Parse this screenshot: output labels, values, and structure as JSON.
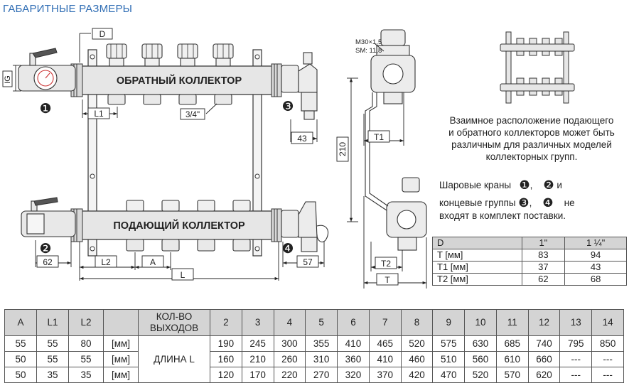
{
  "title": "ГАБАРИТНЫЕ РАЗМЕРЫ",
  "labels": {
    "return_collector": "ОБРАТНЫЙ КОЛЛЕКТОР",
    "supply_collector": "ПОДАЮЩИЙ КОЛЛЕКТОР",
    "D": "D",
    "IG": "IG",
    "L1": "L1",
    "L2": "L2",
    "A": "A",
    "L": "L",
    "three_quarter": "3/4\"",
    "dim_43": "43",
    "dim_62": "62",
    "dim_57": "57",
    "dim_210": "210",
    "T1": "T1",
    "T2": "T2",
    "T": "T",
    "thread_1": "M30×1,5",
    "thread_2": "SM: 11,8",
    "marker_1": "❶",
    "marker_2": "❷",
    "marker_3": "❸",
    "marker_4": "❹"
  },
  "info": {
    "line1": "Взаимное расположение подающего",
    "line2": "и обратного коллекторов может быть",
    "line3": "различным для различных моделей",
    "line4": "коллекторных групп.",
    "valves_pre": "Шаровые краны",
    "valves_and": "и",
    "ends_pre": "концевые группы",
    "ends_not": "не",
    "ends_tail": "входят в комплект поставки."
  },
  "spec_table": {
    "header": [
      "D",
      "1\"",
      "1 ¼\""
    ],
    "rows": [
      [
        "T [мм]",
        "83",
        "94"
      ],
      [
        "T1  [мм]",
        "37",
        "43"
      ],
      [
        "T2  [мм]",
        "62",
        "68"
      ]
    ]
  },
  "length_table": {
    "headers": [
      "A",
      "L1",
      "L2",
      "",
      "КОЛ-ВО ВЫХОДОВ",
      "2",
      "3",
      "4",
      "5",
      "6",
      "7",
      "8",
      "9",
      "10",
      "11",
      "12",
      "13",
      "14"
    ],
    "merged_label": "ДЛИНА L",
    "rows": [
      {
        "a": "55",
        "l1": "55",
        "l2": "80",
        "unit": "[мм]",
        "values": [
          "190",
          "245",
          "300",
          "355",
          "410",
          "465",
          "520",
          "575",
          "630",
          "685",
          "740",
          "795",
          "850"
        ]
      },
      {
        "a": "50",
        "l1": "55",
        "l2": "55",
        "unit": "[мм]",
        "values": [
          "160",
          "210",
          "260",
          "310",
          "360",
          "410",
          "460",
          "510",
          "560",
          "610",
          "660",
          "---",
          "---"
        ]
      },
      {
        "a": "50",
        "l1": "35",
        "l2": "35",
        "unit": "[мм]",
        "values": [
          "120",
          "170",
          "220",
          "270",
          "320",
          "370",
          "420",
          "470",
          "520",
          "570",
          "620",
          "---",
          "---"
        ]
      }
    ]
  }
}
